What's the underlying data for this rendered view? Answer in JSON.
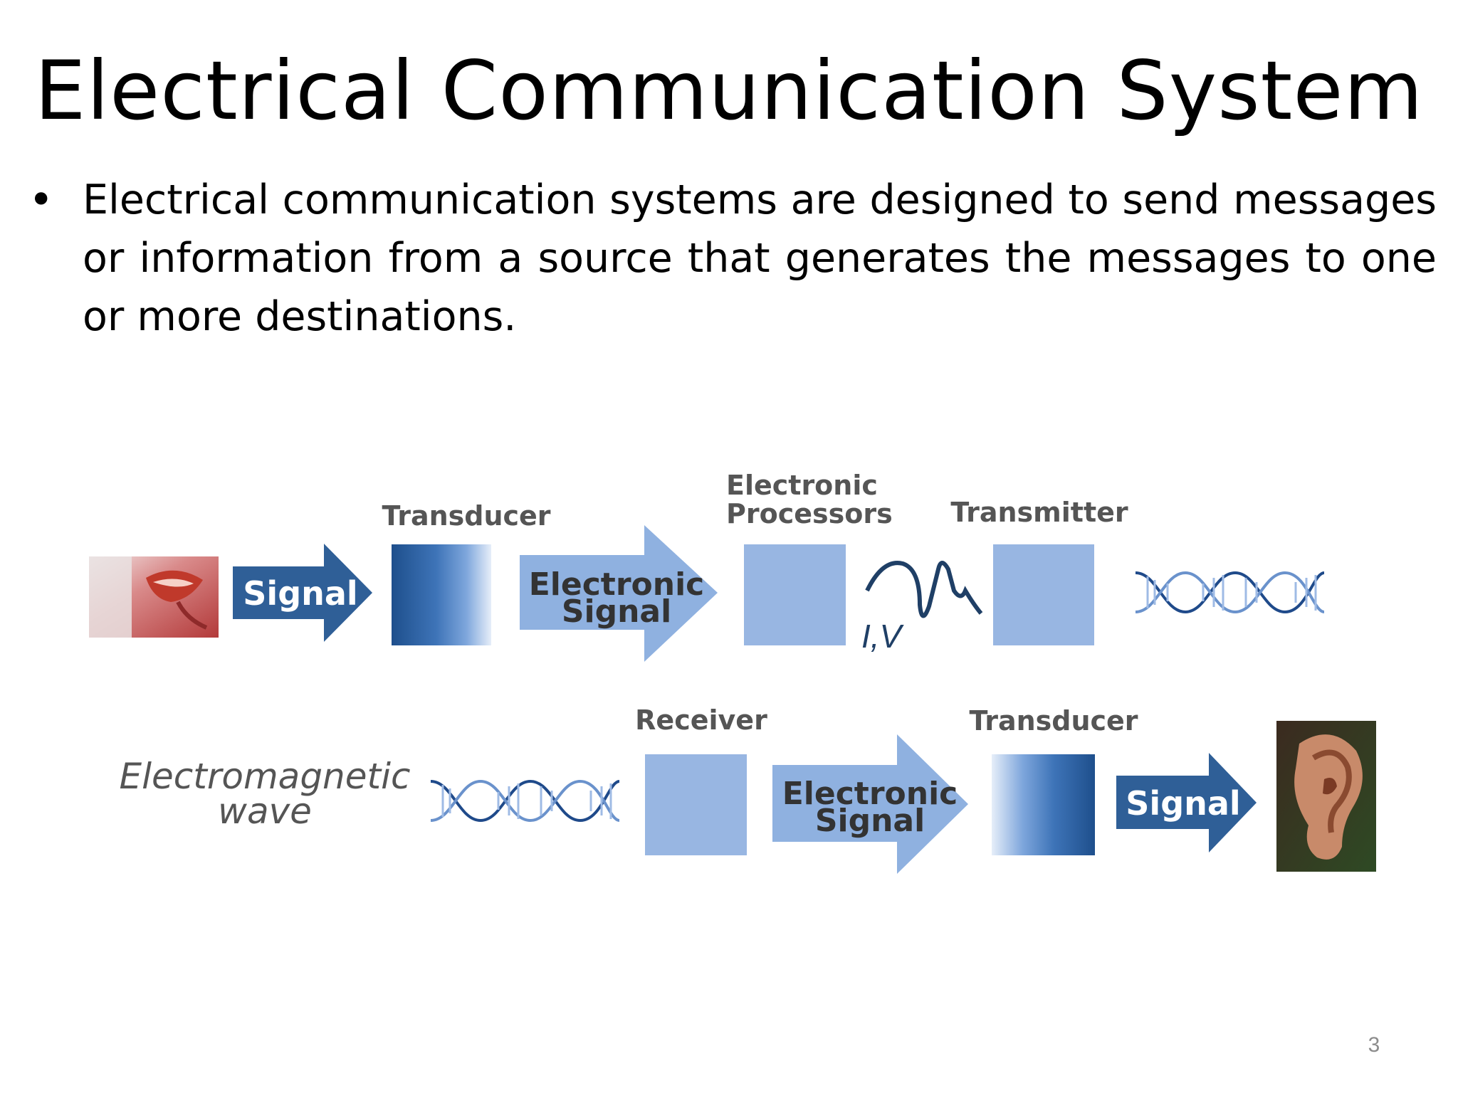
{
  "slide": {
    "title": "Electrical Communication System",
    "bullet": "Electrical communication systems are designed to send messages or information from a source that generates the messages to one or more destinations.",
    "page_number": "3"
  },
  "diagram": {
    "row1": {
      "signal_arrow": "Signal",
      "transducer": "Transducer",
      "electronic_signal_line1": "Electronic",
      "electronic_signal_line2": "Signal",
      "processors_line1": "Electronic",
      "processors_line2": "Processors",
      "iv_label": "I,V",
      "transmitter": "Transmitter"
    },
    "row2": {
      "em_wave_line1": "Electromagnetic",
      "em_wave_line2": "wave",
      "receiver": "Receiver",
      "electronic_signal_line1": "Electronic",
      "electronic_signal_line2": "Signal",
      "transducer": "Transducer",
      "signal_arrow": "Signal"
    },
    "colors": {
      "dark_blue": "#2f5f97",
      "light_blue": "#8fb1e0",
      "box_blue": "#98b6e2",
      "label_gray": "#555555"
    }
  }
}
